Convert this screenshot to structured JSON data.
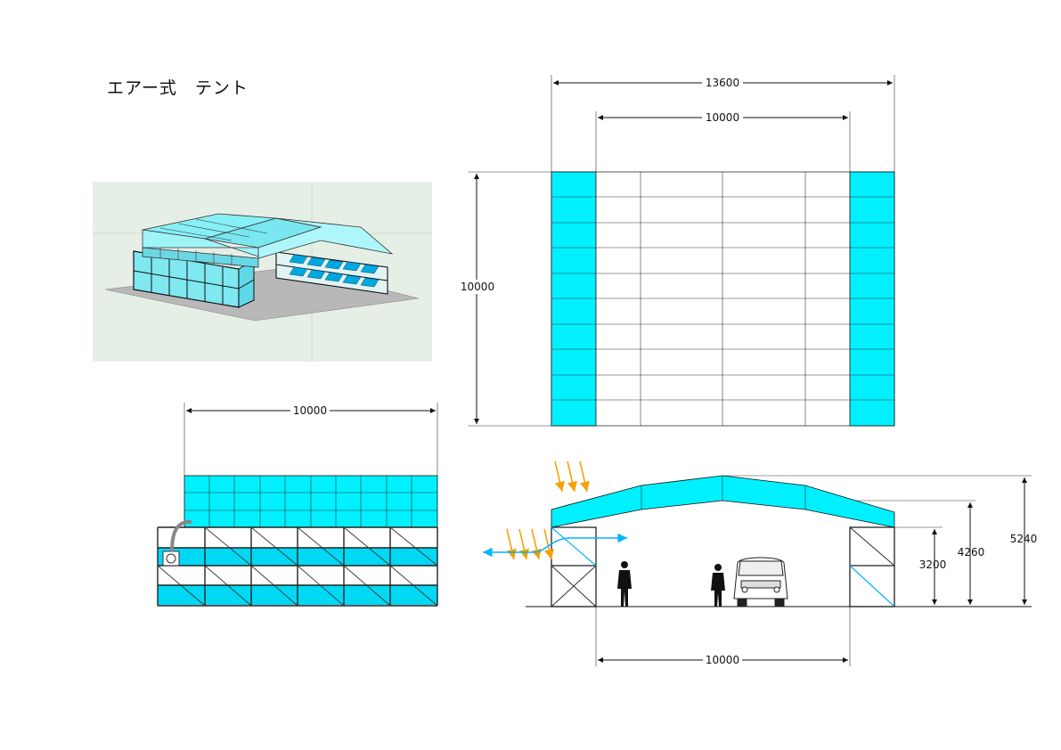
{
  "title": "エアー式　テント",
  "dimensions": {
    "plan_width_total": "13600",
    "plan_width_inner": "10000",
    "plan_depth": "10000",
    "side_length": "10000",
    "front_span": "10000",
    "height_wall": "3200",
    "height_eave": "4260",
    "height_ridge": "5240"
  },
  "colors": {
    "panel": "#00f0ff",
    "panel_dark": "#00c8e8",
    "arrow_sun": "#f5a000",
    "arrow_air": "#00b4ff",
    "render_bg": "#e6efe6",
    "ground": "#bdbdbd"
  }
}
